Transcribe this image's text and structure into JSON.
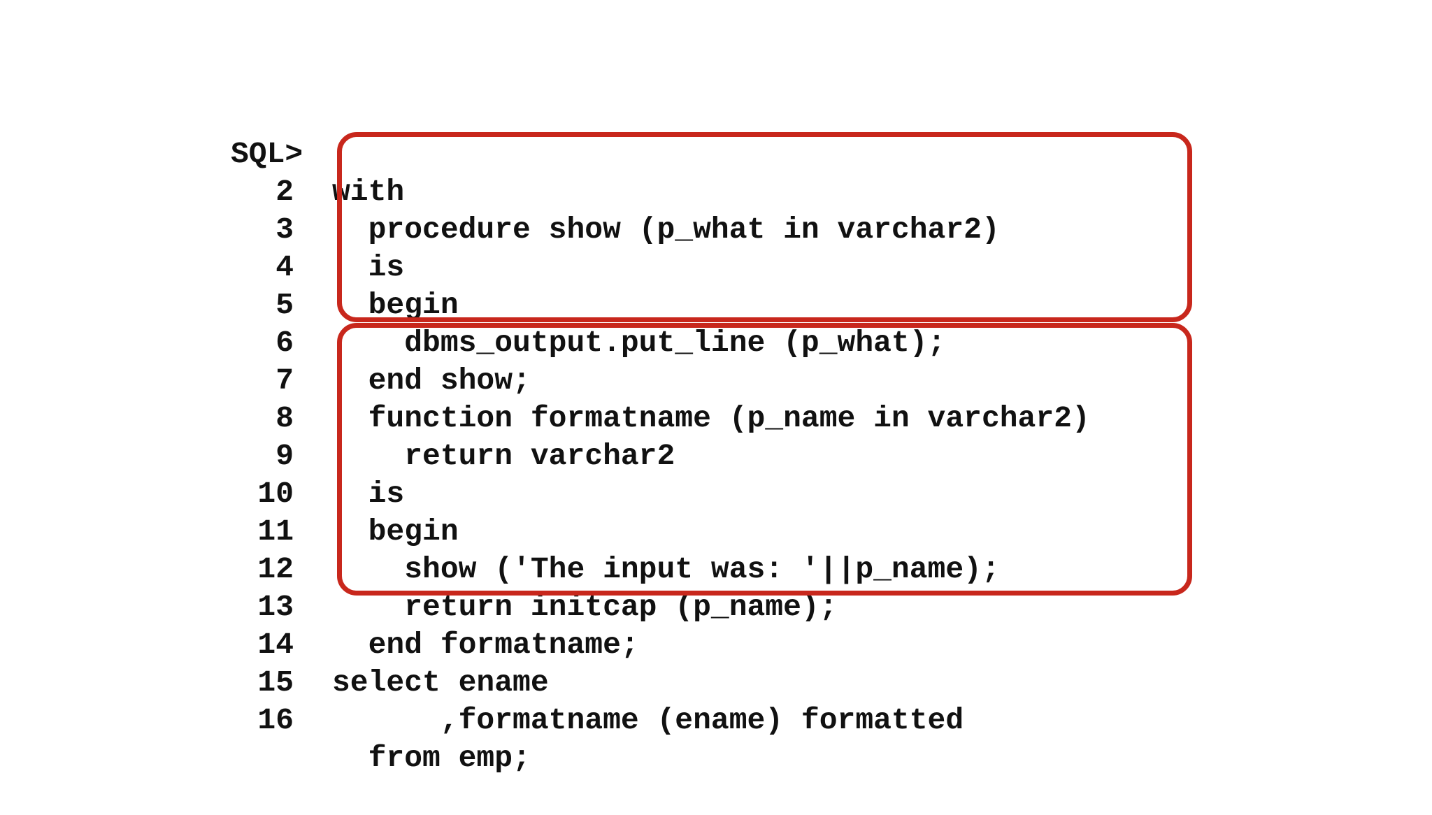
{
  "session": {
    "prompt": "SQL>",
    "first_line_code": "with"
  },
  "lines": [
    {
      "no": "2",
      "code": "  procedure show (p_what in varchar2)"
    },
    {
      "no": "3",
      "code": "  is"
    },
    {
      "no": "4",
      "code": "  begin"
    },
    {
      "no": "5",
      "code": "    dbms_output.put_line (p_what);"
    },
    {
      "no": "6",
      "code": "  end show;"
    },
    {
      "no": "7",
      "code": "  function formatname (p_name in varchar2)"
    },
    {
      "no": "8",
      "code": "    return varchar2"
    },
    {
      "no": "9",
      "code": "  is"
    },
    {
      "no": "10",
      "code": "  begin"
    },
    {
      "no": "11",
      "code": "    show ('The input was: '||p_name);"
    },
    {
      "no": "12",
      "code": "    return initcap (p_name);"
    },
    {
      "no": "13",
      "code": "  end formatname;"
    },
    {
      "no": "14",
      "code": "select ename"
    },
    {
      "no": "15",
      "code": "      ,formatname (ename) formatted"
    },
    {
      "no": "16",
      "code": "  from emp;"
    }
  ],
  "colors": {
    "text": "#111111",
    "highlight_border": "#c8271c",
    "background": "#ffffff"
  }
}
